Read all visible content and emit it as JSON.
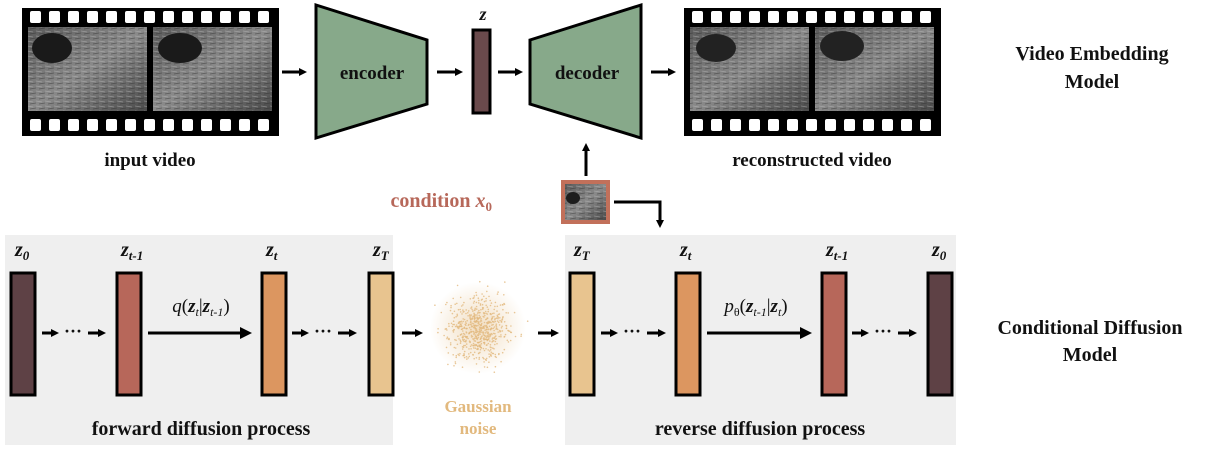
{
  "top": {
    "input_label": "input video",
    "encoder_label": "encoder",
    "latent_label": "z",
    "decoder_label": "decoder",
    "output_label": "reconstructed video",
    "section_title_line1": "Video Embedding",
    "section_title_line2": "Model"
  },
  "condition": {
    "label": "condition",
    "symbol": "x",
    "subscript": "0"
  },
  "forward": {
    "title": "forward diffusion process",
    "states": [
      {
        "z": "z",
        "sub": "0",
        "color": "#5e4145"
      },
      {
        "z": "z",
        "sub": "t-1",
        "color": "#b7675a"
      },
      {
        "z": "z",
        "sub": "t",
        "color": "#dc9660"
      },
      {
        "z": "z",
        "sub": "T",
        "color": "#e8c48f"
      }
    ],
    "transition": {
      "fn": "q",
      "arg": "z",
      "arg_sub": "t",
      "given": "z",
      "given_sub": "t-1"
    }
  },
  "noise": {
    "line1": "Gaussian",
    "line2": "noise",
    "color": "#e2b97e"
  },
  "reverse": {
    "title": "reverse diffusion process",
    "states": [
      {
        "z": "z",
        "sub": "T",
        "color": "#e8c48f"
      },
      {
        "z": "z",
        "sub": "t",
        "color": "#dc9660"
      },
      {
        "z": "z",
        "sub": "t-1",
        "color": "#b7675a"
      },
      {
        "z": "z",
        "sub": "0",
        "color": "#5e4145"
      }
    ],
    "transition": {
      "fn": "p",
      "fn_sub": "θ",
      "arg": "z",
      "arg_sub": "t-1",
      "given": "z",
      "given_sub": "t"
    }
  },
  "bottom_section": {
    "title_line1": "Conditional Diffusion",
    "title_line2": "Model"
  },
  "dots": "···",
  "colors": {
    "encoder_fill": "#87a98a",
    "latent_fill": "#6a4a4c",
    "panel_bg": "#efefef",
    "condition_text": "#b7685a",
    "condition_border": "#c2705a"
  }
}
